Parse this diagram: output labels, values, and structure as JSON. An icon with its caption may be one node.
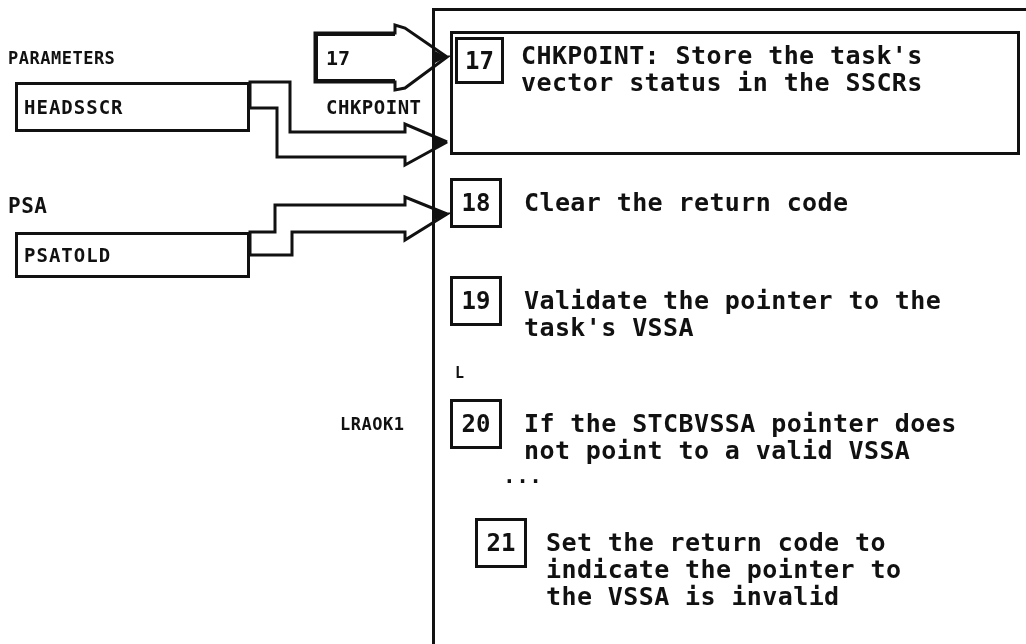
{
  "diagram": {
    "nodes": [
      {
        "text": [],
        "shape": "box"
      },
      {
        "text": [
          "CHKPOINT: Store the task's vector status in the SSCRs"
        ],
        "in": 0
      },
      {
        "text": [
          "17"
        ],
        "in": 1
      },
      {
        "text": [
          "18"
        ],
        "beside": [
          "Clear the return code"
        ],
        "in": 0
      },
      {
        "text": [
          "19"
        ],
        "beside": [
          "Validate the pointer to the task's VSSA"
        ],
        "in": 0
      },
      {
        "text": [
          "20"
        ],
        "beside": [
          "If the STCBVSSA pointer does not point to a valid VSSA"
        ],
        "in": 0
      },
      {
        "text": [
          "21"
        ],
        "beside": [
          "Set the return code to indicate the pointer to the VSSA is invalid"
        ],
        "in": 0
      },
      {
        "text": [
          "17"
        ],
        "beside": [
          "CHKPOINT"
        ]
      },
      {
        "text": [
          "HEADSSCR"
        ]
      },
      {
        "text": [
          "PSATOLD"
        ]
      }
    ],
    "edges": [
      {
        "from": 7,
        "to": 1,
        "arrow": "to"
      },
      {
        "from": 8,
        "to": 1,
        "arrow": "to"
      },
      {
        "from": 9,
        "to": 3,
        "arrow": "to"
      }
    ],
    "labels": [
      "PARAMETERS",
      "PSA",
      "L",
      "LRAOK1",
      "..."
    ]
  }
}
